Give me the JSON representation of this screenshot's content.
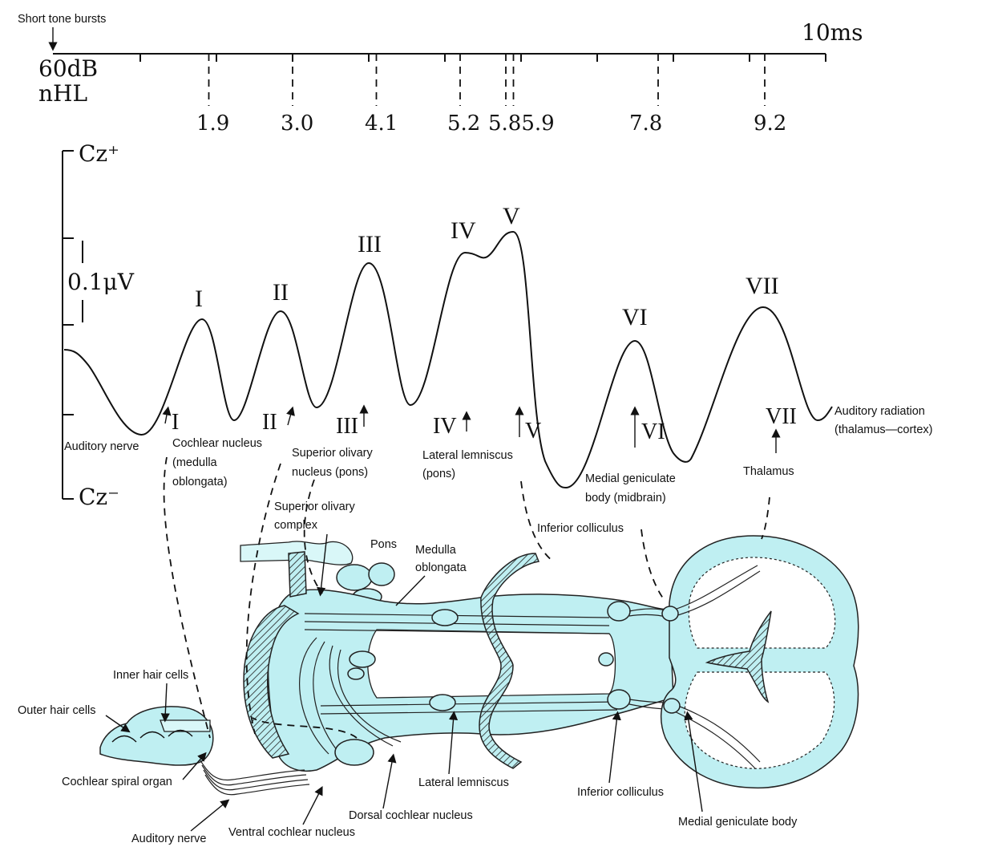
{
  "stimulus": {
    "label": "Short tone bursts",
    "level_line1": "60dB",
    "level_line2": "nHL"
  },
  "time_axis": {
    "end_label": "10ms",
    "max_ms": 10,
    "marks": [
      "1.9",
      "3.0",
      "4.1",
      "5.2",
      "5.8",
      "5.9",
      "7.8",
      "9.2"
    ],
    "mark_label_combined": "5.85.9"
  },
  "amplitude_axis": {
    "top_label": "Cz⁺",
    "bottom_label": "Cz⁻",
    "scale_label": "0.1μV"
  },
  "waves": {
    "peaks": [
      "I",
      "II",
      "III",
      "IV",
      "V",
      "VI",
      "VII"
    ],
    "generator_numerals": [
      "I",
      "II",
      "III",
      "IV",
      "V",
      "VI",
      "VII"
    ]
  },
  "generators": {
    "auditory_nerve": "Auditory nerve",
    "cochlear_nucleus": [
      "Cochlear nucleus",
      "(medulla",
      "oblongata)"
    ],
    "superior_olivary_nucleus": [
      "Superior olivary",
      "nucleus (pons)"
    ],
    "lateral_lemniscus": [
      "Lateral lemniscus",
      "(pons)"
    ],
    "medial_geniculate": [
      "Medial geniculate",
      "body (midbrain)"
    ],
    "thalamus": "Thalamus",
    "auditory_radiation": [
      "Auditory radiation",
      "(thalamus—cortex)"
    ]
  },
  "anatomy": {
    "superior_olivary_complex": [
      "Superior olivary",
      "complex"
    ],
    "pons": "Pons",
    "medulla_oblongata": [
      "Medulla",
      "oblongata"
    ],
    "inferior_colliculus_top": "Inferior colliculus",
    "inner_hair_cells": "Inner hair cells",
    "outer_hair_cells": "Outer hair cells",
    "cochlear_spiral_organ": "Cochlear spiral organ",
    "lateral_lemniscus_bottom": "Lateral lemniscus",
    "inferior_colliculus_bottom": "Inferior colliculus",
    "dorsal_cochlear_nucleus": "Dorsal cochlear nucleus",
    "ventral_cochlear_nucleus": "Ventral cochlear nucleus",
    "auditory_nerve_bottom": "Auditory nerve",
    "medial_geniculate_body": "Medial geniculate body"
  },
  "colors": {
    "tissue": "#bfeff2",
    "ink": "#111111"
  }
}
